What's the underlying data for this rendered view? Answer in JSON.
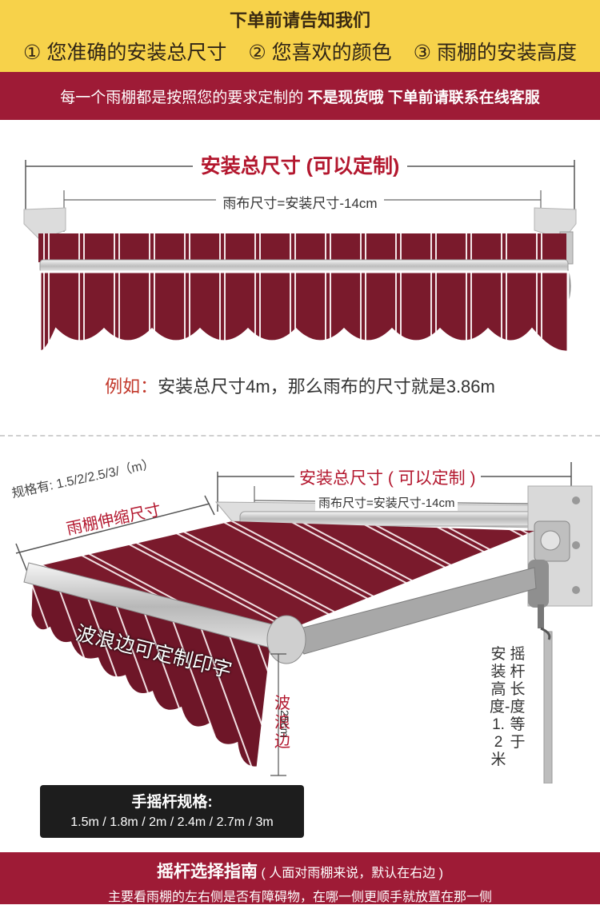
{
  "top": {
    "title": "下单前请告知我们",
    "items": [
      "① 您准确的安装总尺寸",
      "② 您喜欢的颜色",
      "③ 雨棚的安装高度"
    ]
  },
  "notice": {
    "normal": "每一个雨棚都是按照您的要求定制的",
    "bold": "不是现货哦  下单前请联系在线客服"
  },
  "section1": {
    "total_label": "安装总尺寸 (可以定制)",
    "fabric_label": "雨布尺寸=安装尺寸-14cm",
    "example_prefix": "例如：",
    "example_text": "安装总尺寸4m，那么雨布的尺寸就是3.86m"
  },
  "section2": {
    "total_label": "安装总尺寸 ( 可以定制 )",
    "fabric_label": "雨布尺寸=安装尺寸-14cm",
    "spec_text": "规格有: 1.5/2/2.5/3/（m）",
    "extend_text": "雨棚伸缩尺寸",
    "print_text": "波浪边可定制印字",
    "wave_label": "波浪边",
    "wave_size": "25cm",
    "crank_note_col1": "摇杆长度等于",
    "crank_note_col2": "安装高度-1.2米"
  },
  "crank_spec": {
    "title": "手摇杆规格:",
    "sizes": "1.5m / 1.8m / 2m / 2.4m / 2.7m / 3m"
  },
  "guide": {
    "title": "摇杆选择指南",
    "note": "( 人面对雨棚来说，默认在右边 )",
    "desc": "主要看雨棚的左右侧是否有障碍物，在哪一侧更顺手就放置在那一侧"
  },
  "colors": {
    "banner_yellow": "#f7d24a",
    "brand_red": "#9e1b36",
    "label_red": "#b3172e",
    "awning_fabric": "#7a1a2c"
  }
}
